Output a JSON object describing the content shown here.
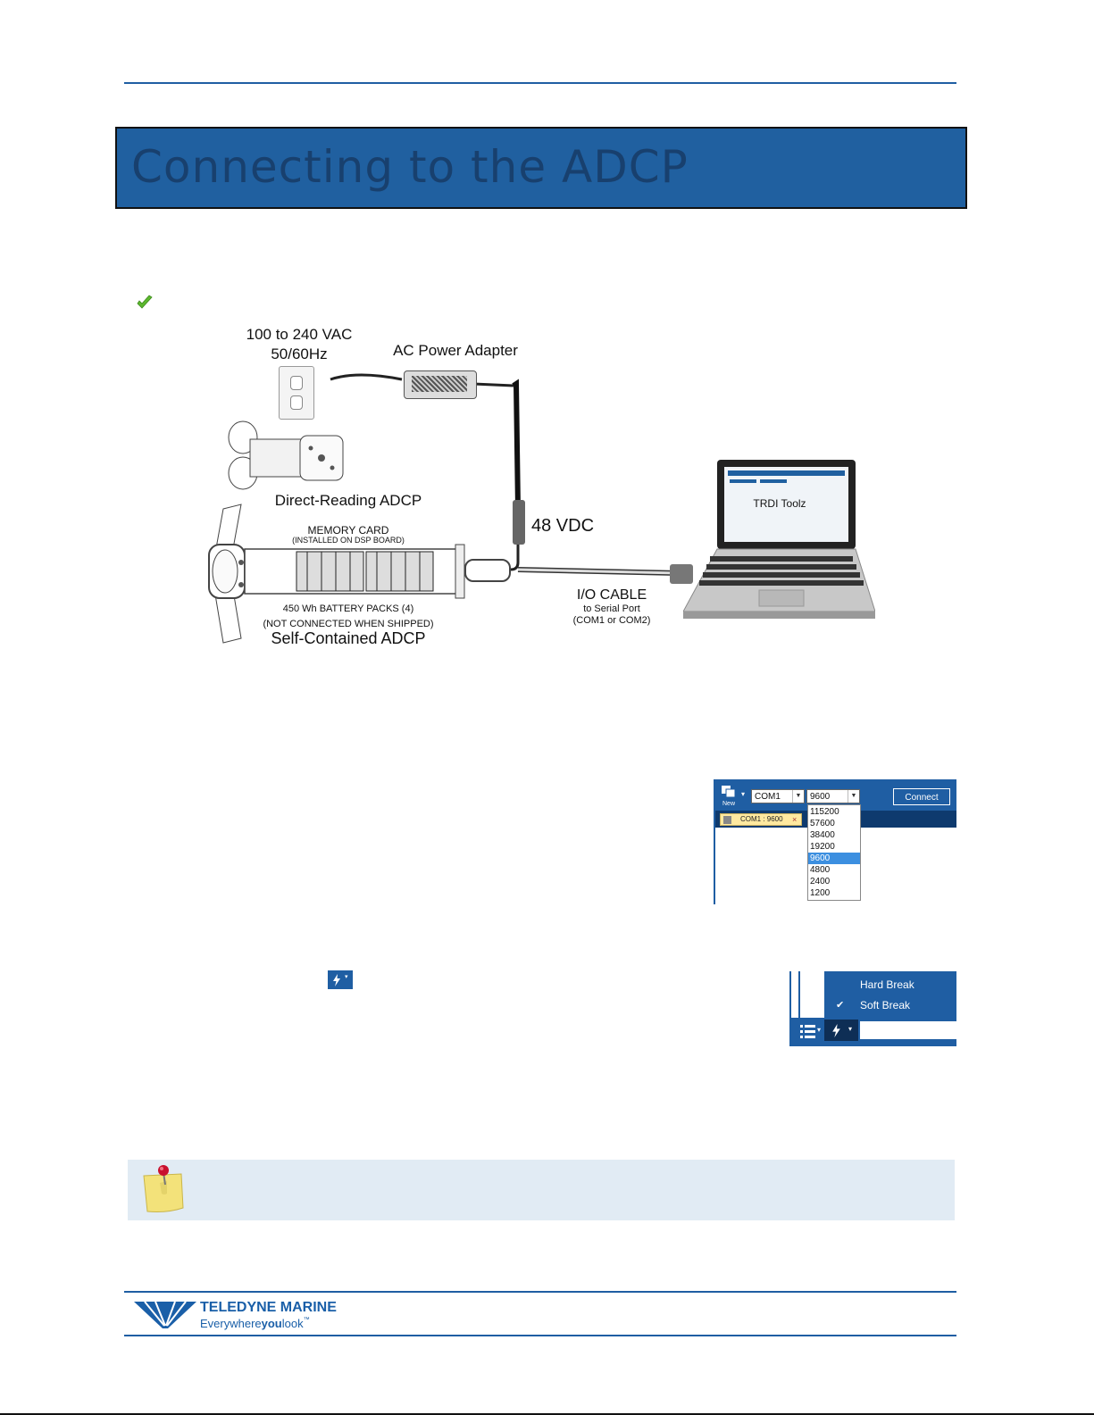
{
  "page": {
    "title": "Connecting to the ADCP"
  },
  "diagram": {
    "power_input": "100 to 240 VAC",
    "power_freq": "50/60Hz",
    "adapter_label": "AC Power Adapter",
    "direct_reading_label": "Direct-Reading ADCP",
    "dc_label": "48 VDC",
    "memory_card_label": "MEMORY CARD",
    "memory_card_sub": "(INSTALLED ON DSP BOARD)",
    "battery_label": "450 Wh BATTERY PACKS (4)",
    "battery_sub": "(NOT CONNECTED WHEN SHIPPED)",
    "self_contained_label": "Self-Contained ADCP",
    "cable_label": "I/O CABLE",
    "cable_sub1": "to Serial Port",
    "cable_sub2": "(COM1 or COM2)",
    "laptop_screen_text": "TRDI Toolz"
  },
  "toolbar": {
    "new_label": "New",
    "port_value": "COM1",
    "baud_value": "9600",
    "connect_label": "Connect",
    "tab_label": "COM1 : 9600",
    "tab_close": "×",
    "baud_options": [
      "115200",
      "57600",
      "38400",
      "19200",
      "9600",
      "4800",
      "2400",
      "1200"
    ],
    "selected_baud": "9600"
  },
  "break_menu": {
    "items": [
      "Hard Break",
      "Soft Break"
    ],
    "checked": "Soft Break"
  },
  "footer": {
    "brand_name": "TELEDYNE MARINE",
    "tagline_a": "Everywhere",
    "tagline_b": "you",
    "tagline_c": "look",
    "tm": "™"
  },
  "colors": {
    "accent": "#1f5ea3",
    "banner": "#2060a0",
    "banner_text": "#18406e",
    "note_bg": "#e1ebf4",
    "brand": "#1a5fa8",
    "check_green": "#5cb82e"
  }
}
